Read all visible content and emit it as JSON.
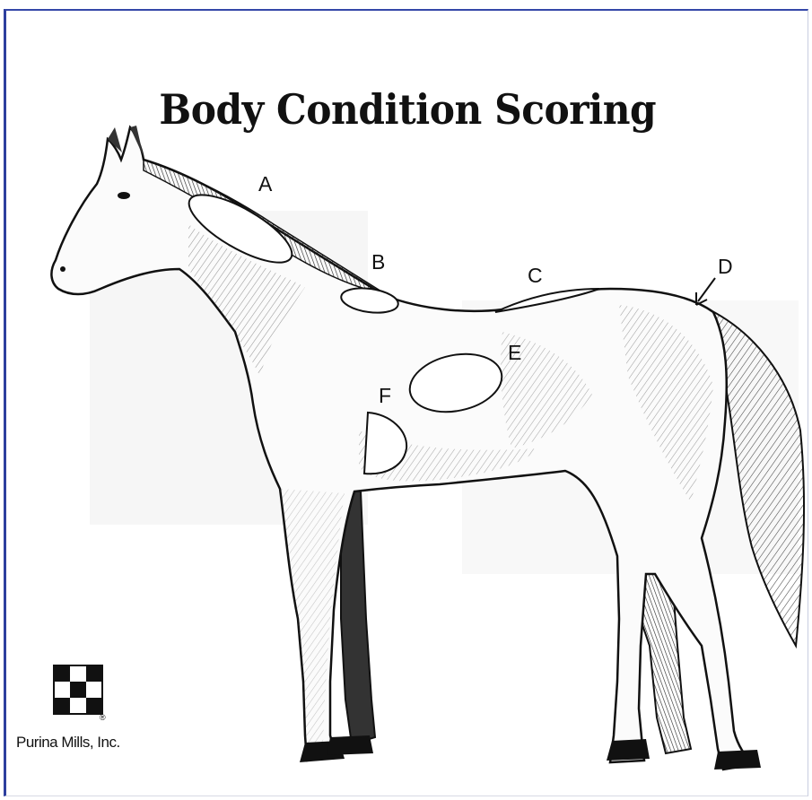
{
  "title": "Body Condition Scoring",
  "labels": {
    "a": "A",
    "b": "B",
    "c": "C",
    "d": "D",
    "e": "E",
    "f": "F"
  },
  "logo": {
    "icon": "checkerboard-logo-icon",
    "registered": "®",
    "company": "Purina Mills, Inc."
  }
}
